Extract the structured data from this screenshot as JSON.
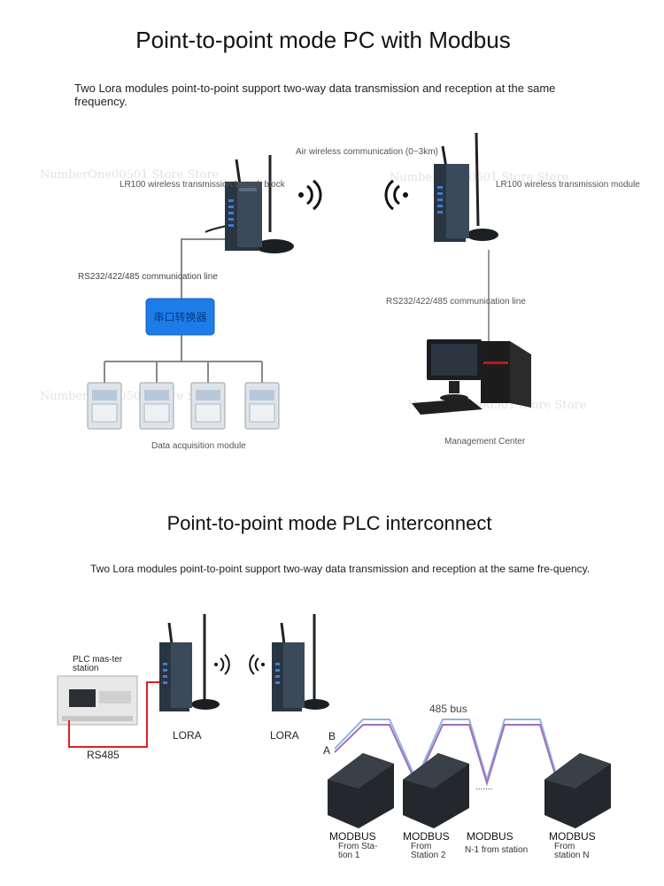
{
  "section1": {
    "title": "Point-to-point mode PC with Modbus",
    "description": "Two Lora modules point-to-point support two-way data transmission and reception at the same frequency.",
    "air_label": "Air wireless communication (0~3km)",
    "left_module_label": "LR100 wireless transmission branch block",
    "right_module_label": "LR100 wireless transmission module",
    "left_line_label": "RS232/422/485 communication line",
    "right_line_label": "RS232/422/485 communication line",
    "converter_label": "串口转换器",
    "meters_label": "Data acquisition module",
    "pc_label": "Management Center"
  },
  "section2": {
    "title": "Point-to-point mode PLC interconnect",
    "description": "Two Lora modules point-to-point support two-way data transmission and reception at the same fre-quency.",
    "plc_label": "PLC mas-ter station",
    "rs485_label": "RS485",
    "lora1_label": "LORA",
    "lora2_label": "LORA",
    "bus_label": "485 bus",
    "b_label": "B",
    "a_label": "A",
    "dots_label": ".......",
    "slaves": [
      {
        "title": "MODBUS",
        "sub": "From Sta-tion 1"
      },
      {
        "title": "MODBUS",
        "sub": "From Station 2"
      },
      {
        "title": "MODBUS",
        "sub": "N-1 from station"
      },
      {
        "title": "MODBUS",
        "sub": "From station N"
      }
    ]
  },
  "watermark_text": "NumberOne00501 Store Store",
  "colors": {
    "converter_blue": "#1e7ce8",
    "module_dark": "#2a3542",
    "module_blue": "#3a7fd5",
    "bus_blue": "#8fb4e8",
    "bus_purple": "#a070b8",
    "rs485_red": "#e02020"
  }
}
